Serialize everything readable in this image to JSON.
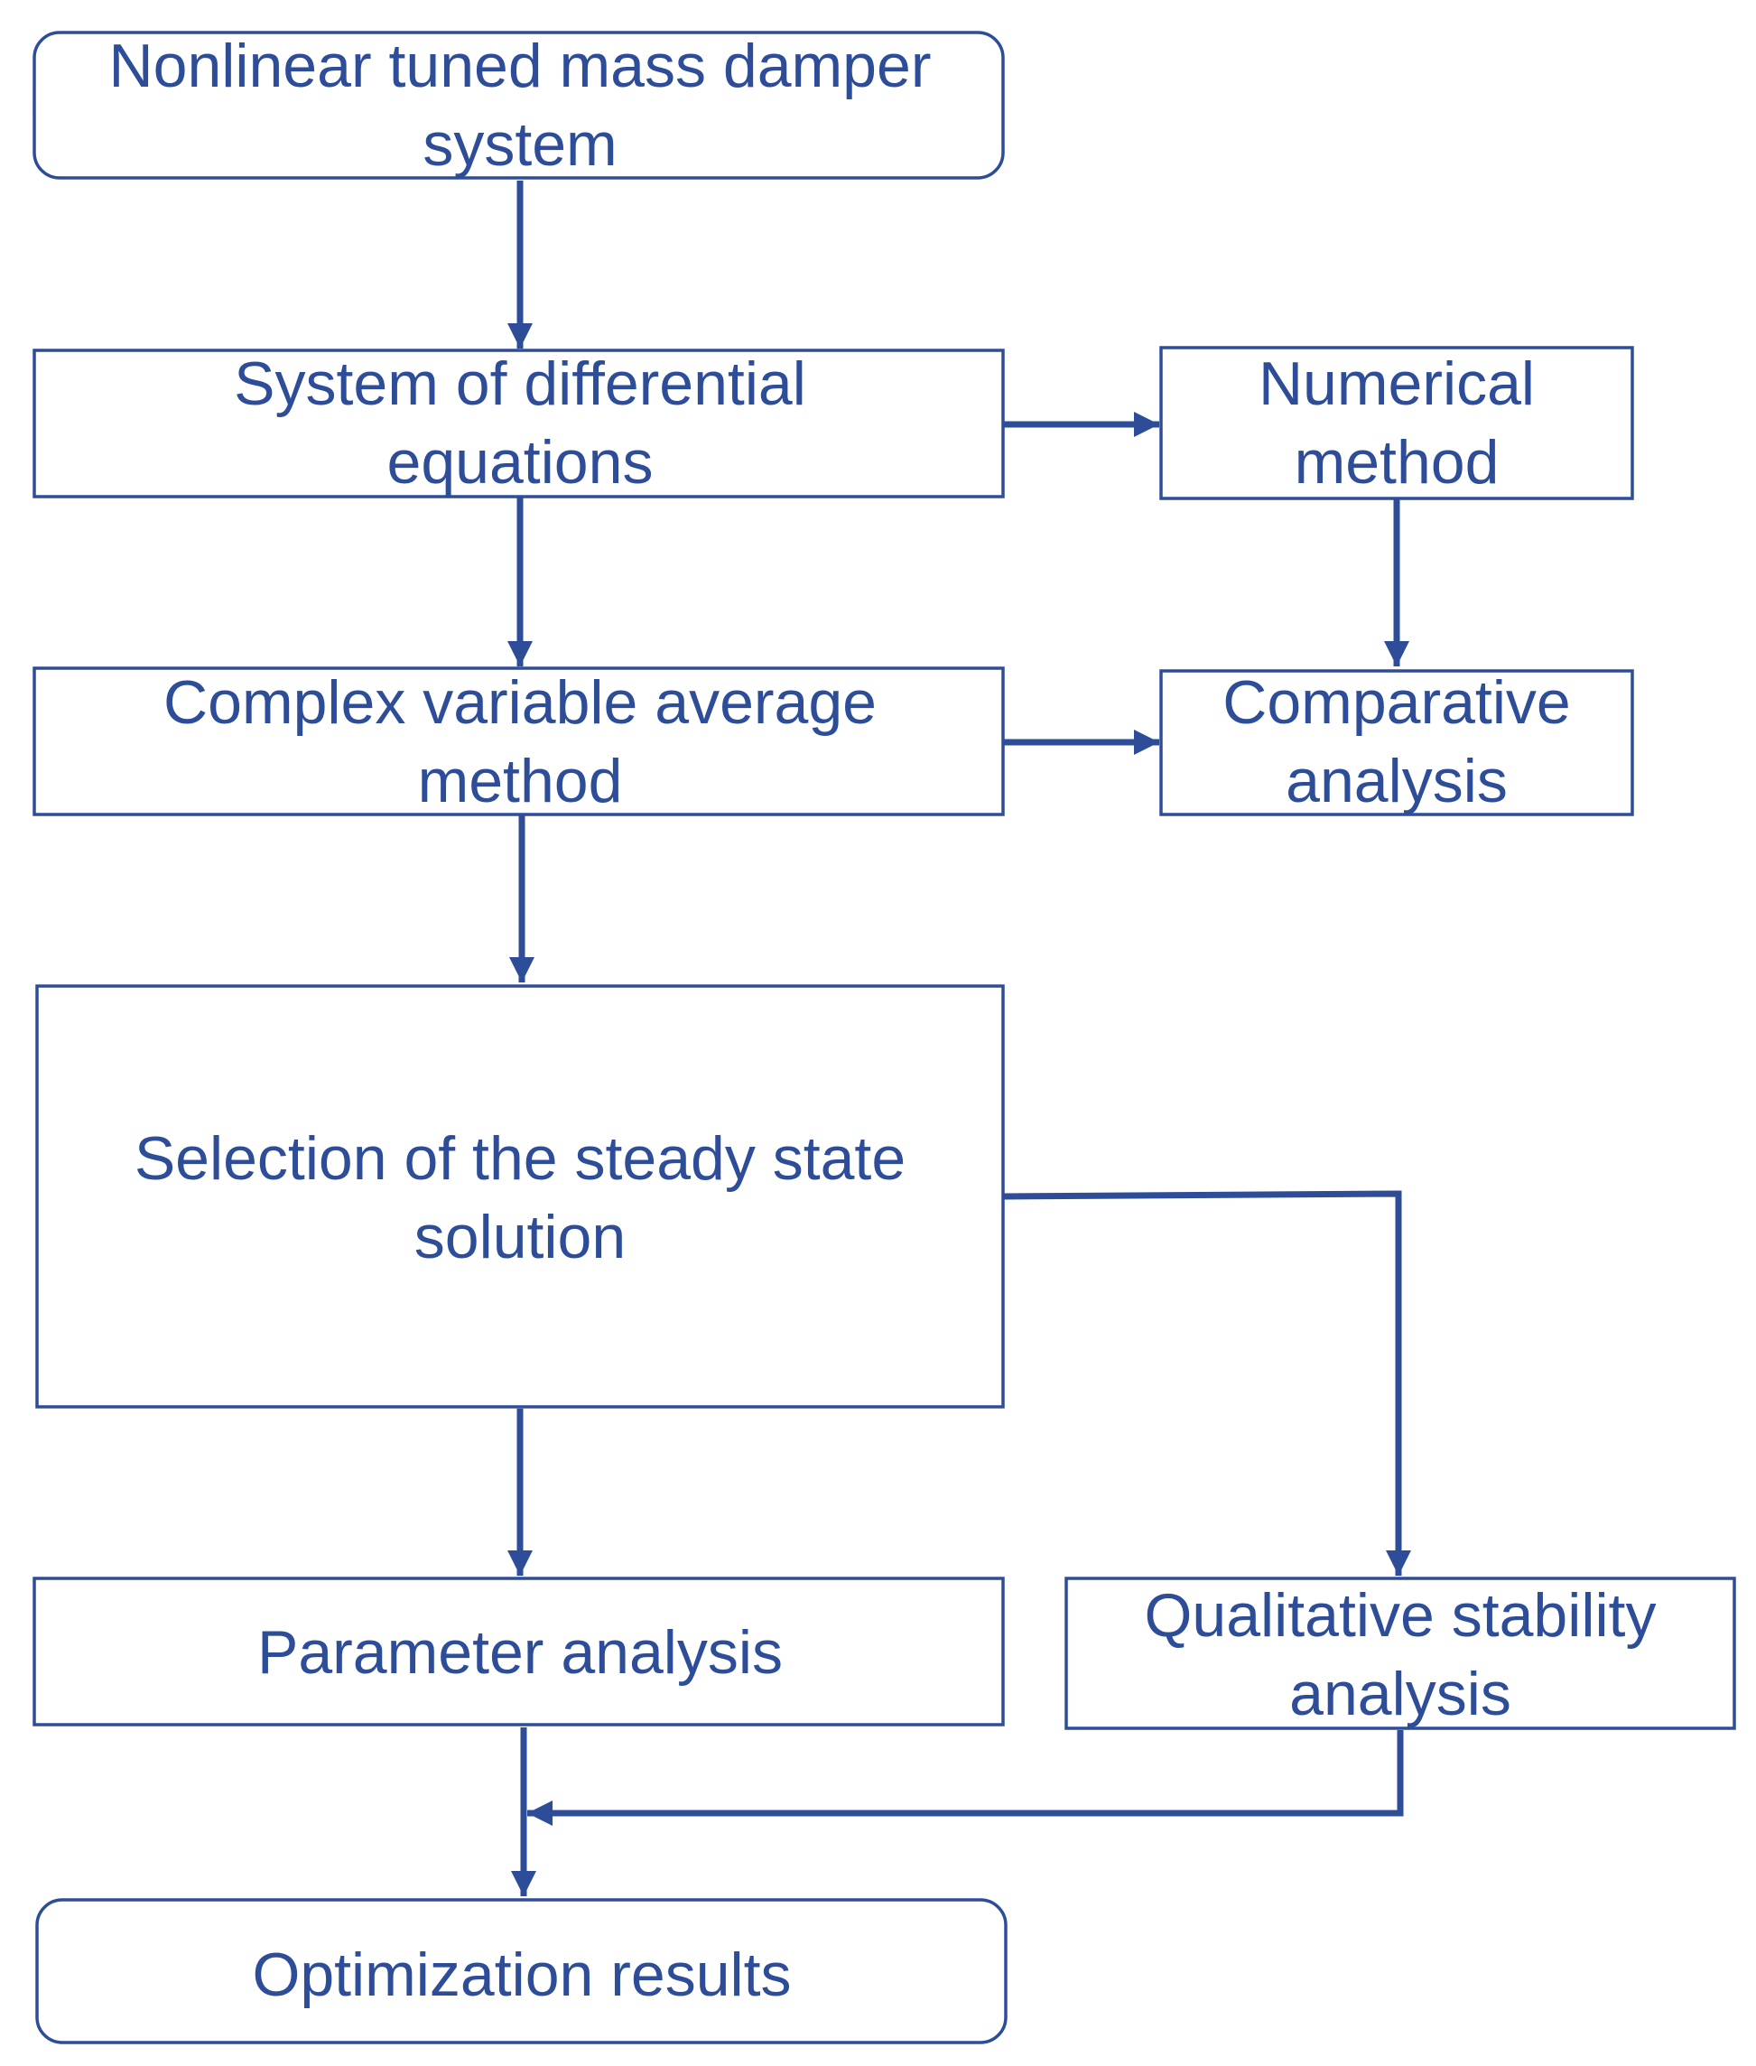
{
  "diagram": {
    "colors": {
      "stroke": "#2E4D99",
      "text": "#2E4D99",
      "background": "#FFFFFF"
    },
    "nodes": {
      "nonlinear_tmd": {
        "line1": "Nonlinear tuned mass damper",
        "line2": "system"
      },
      "differential_equations": {
        "line1": "System of differential",
        "line2": "equations"
      },
      "numerical_method": {
        "line1": "Numerical",
        "line2": "method"
      },
      "complex_average": {
        "line1": "Complex variable average",
        "line2": "method"
      },
      "comparative_analysis": {
        "line1": "Comparative",
        "line2": "analysis"
      },
      "steady_state": {
        "line1": "Selection of the steady state",
        "line2": "solution"
      },
      "parameter_analysis": {
        "line1": "Parameter analysis"
      },
      "stability_analysis": {
        "line1": "Qualitative stability",
        "line2": "analysis"
      },
      "optimization_results": {
        "line1": "Optimization results"
      }
    },
    "edges": [
      {
        "from": "nonlinear_tmd",
        "to": "differential_equations"
      },
      {
        "from": "differential_equations",
        "to": "complex_average"
      },
      {
        "from": "differential_equations",
        "to": "numerical_method"
      },
      {
        "from": "numerical_method",
        "to": "comparative_analysis"
      },
      {
        "from": "complex_average",
        "to": "comparative_analysis"
      },
      {
        "from": "complex_average",
        "to": "steady_state"
      },
      {
        "from": "steady_state",
        "to": "parameter_analysis"
      },
      {
        "from": "steady_state",
        "to": "stability_analysis"
      },
      {
        "from": "parameter_analysis",
        "to": "optimization_results"
      },
      {
        "from": "stability_analysis",
        "to": "optimization_results"
      }
    ]
  }
}
